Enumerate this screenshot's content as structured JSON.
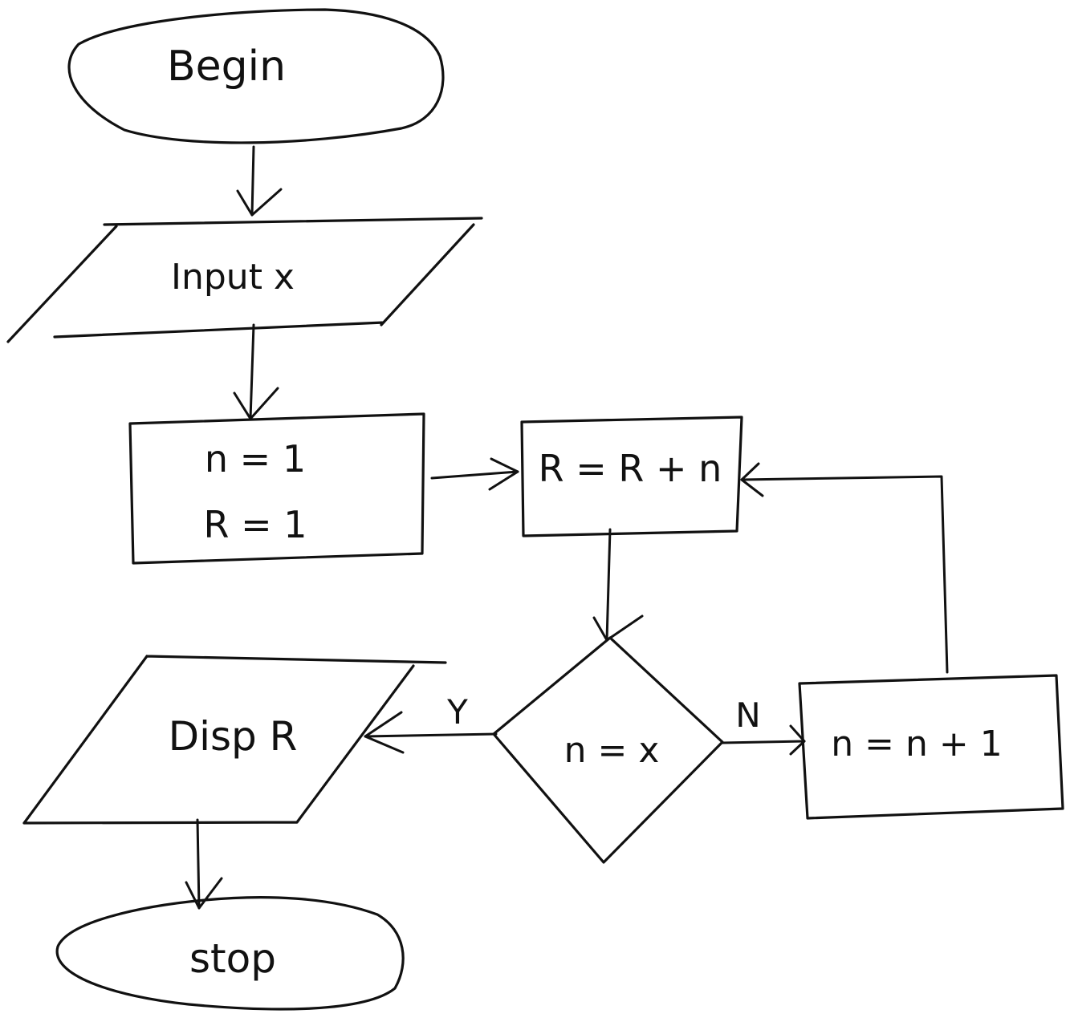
{
  "diagram": {
    "type": "flowchart",
    "ink_color": "#111111",
    "background": "#ffffff",
    "nodes": {
      "begin": {
        "shape": "terminal",
        "label": "Begin"
      },
      "input": {
        "shape": "input-output",
        "label": "Input x"
      },
      "init": {
        "shape": "process",
        "lines": [
          "n = 1",
          "R = 1"
        ]
      },
      "accumulate": {
        "shape": "process",
        "label": "R = R + n"
      },
      "decision": {
        "shape": "decision",
        "label": "n = x"
      },
      "increment": {
        "shape": "process",
        "label": "n = n + 1"
      },
      "display": {
        "shape": "input-output",
        "label": "Disp R"
      },
      "stop": {
        "shape": "terminal",
        "label": "stop"
      }
    },
    "edges": {
      "yes_label": "Y",
      "no_label": "N"
    }
  }
}
